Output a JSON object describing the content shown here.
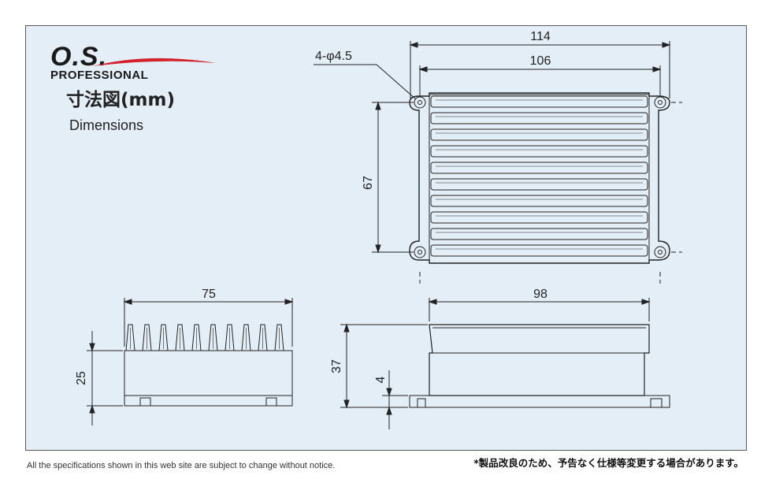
{
  "brand": {
    "logo_main": "O.S.",
    "logo_sub": "PROFESSIONAL",
    "accent_color": "#d3222a"
  },
  "title": {
    "ja": "寸法図(mm)",
    "en": "Dimensions"
  },
  "dimensions": {
    "holes": "4-φ4.5",
    "overall_width": "114",
    "hole_spacing_width": "106",
    "hole_spacing_height": "67",
    "side_length": "75",
    "side_height": "25",
    "front_length": "98",
    "front_height": "37",
    "flange_thickness": "4"
  },
  "footer": {
    "notice_en": "All the specifications shown in this web site are subject to change without notice.",
    "notice_ja": "*製品改良のため、予告なく仕様等変更する場合があります。"
  }
}
